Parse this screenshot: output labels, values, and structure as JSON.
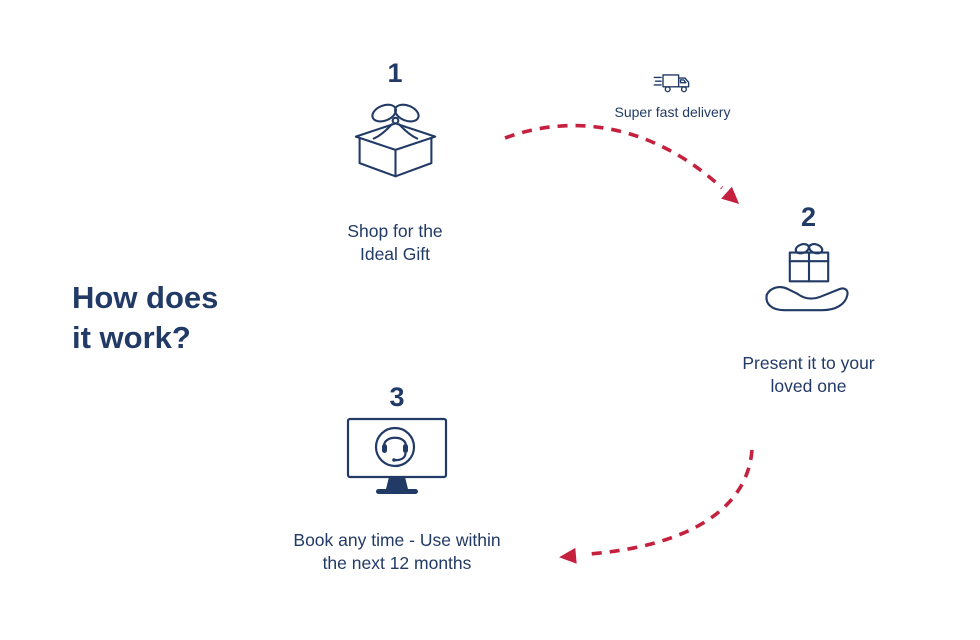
{
  "page": {
    "title": "How does\nit work?"
  },
  "colors": {
    "navy": "#223a66",
    "red": "#c5203e",
    "background": "#ffffff"
  },
  "delivery": {
    "icon": "delivery-truck-icon",
    "label": "Super fast delivery"
  },
  "steps": [
    {
      "number": "1",
      "icon": "gift-box-icon",
      "label": "Shop for the\nIdeal Gift"
    },
    {
      "number": "2",
      "icon": "hand-holding-gift-icon",
      "label": "Present it to your\nloved one"
    },
    {
      "number": "3",
      "icon": "support-monitor-icon",
      "label": "Book any time - Use within\nthe next 12 months"
    }
  ]
}
